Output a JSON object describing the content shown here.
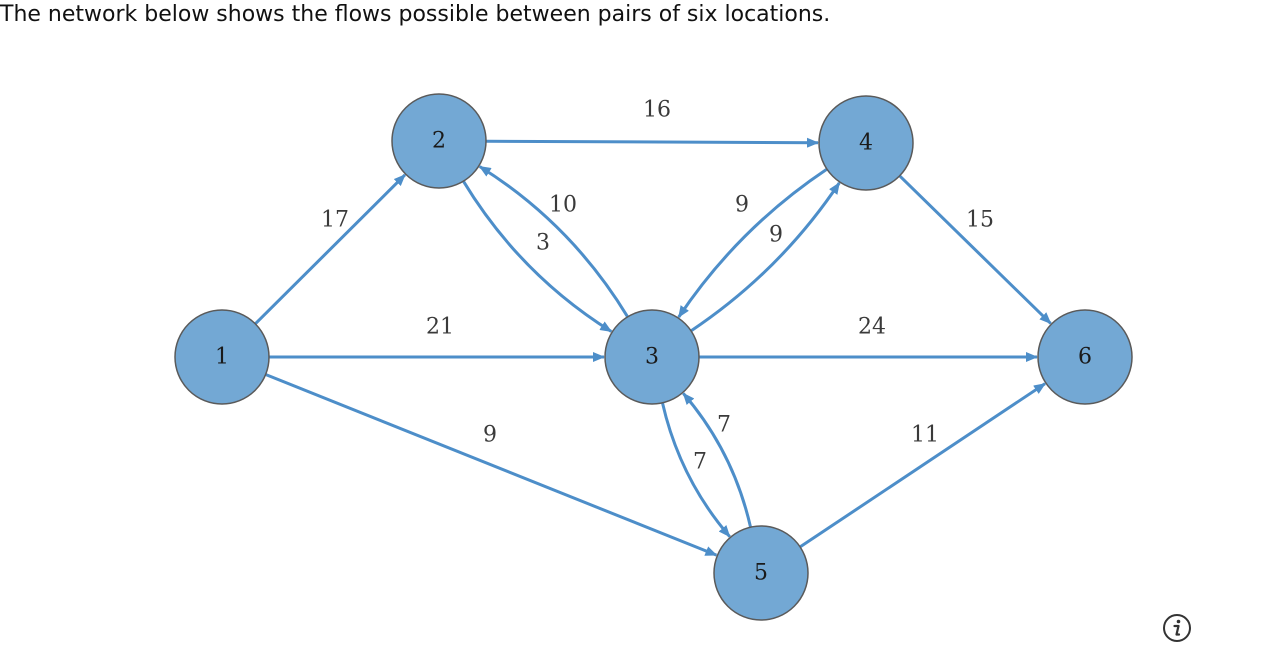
{
  "prompt": "The network below shows the flows possible between pairs of six locations.",
  "diagram": {
    "nodes": [
      {
        "id": "1",
        "label": "1"
      },
      {
        "id": "2",
        "label": "2"
      },
      {
        "id": "3",
        "label": "3"
      },
      {
        "id": "4",
        "label": "4"
      },
      {
        "id": "5",
        "label": "5"
      },
      {
        "id": "6",
        "label": "6"
      }
    ],
    "edges": [
      {
        "from": "1",
        "to": "2",
        "capacity": "17"
      },
      {
        "from": "1",
        "to": "3",
        "capacity": "21"
      },
      {
        "from": "1",
        "to": "5",
        "capacity": "9"
      },
      {
        "from": "2",
        "to": "4",
        "capacity": "16"
      },
      {
        "from": "2",
        "to": "3",
        "capacity": "10"
      },
      {
        "from": "3",
        "to": "2",
        "capacity": "3"
      },
      {
        "from": "3",
        "to": "4",
        "capacity": "9"
      },
      {
        "from": "4",
        "to": "3",
        "capacity": "9"
      },
      {
        "from": "3",
        "to": "6",
        "capacity": "24"
      },
      {
        "from": "3",
        "to": "5",
        "capacity": "7"
      },
      {
        "from": "5",
        "to": "3",
        "capacity": "7"
      },
      {
        "from": "4",
        "to": "6",
        "capacity": "15"
      },
      {
        "from": "5",
        "to": "6",
        "capacity": "11"
      }
    ]
  },
  "icons": {
    "info": "info-icon"
  }
}
